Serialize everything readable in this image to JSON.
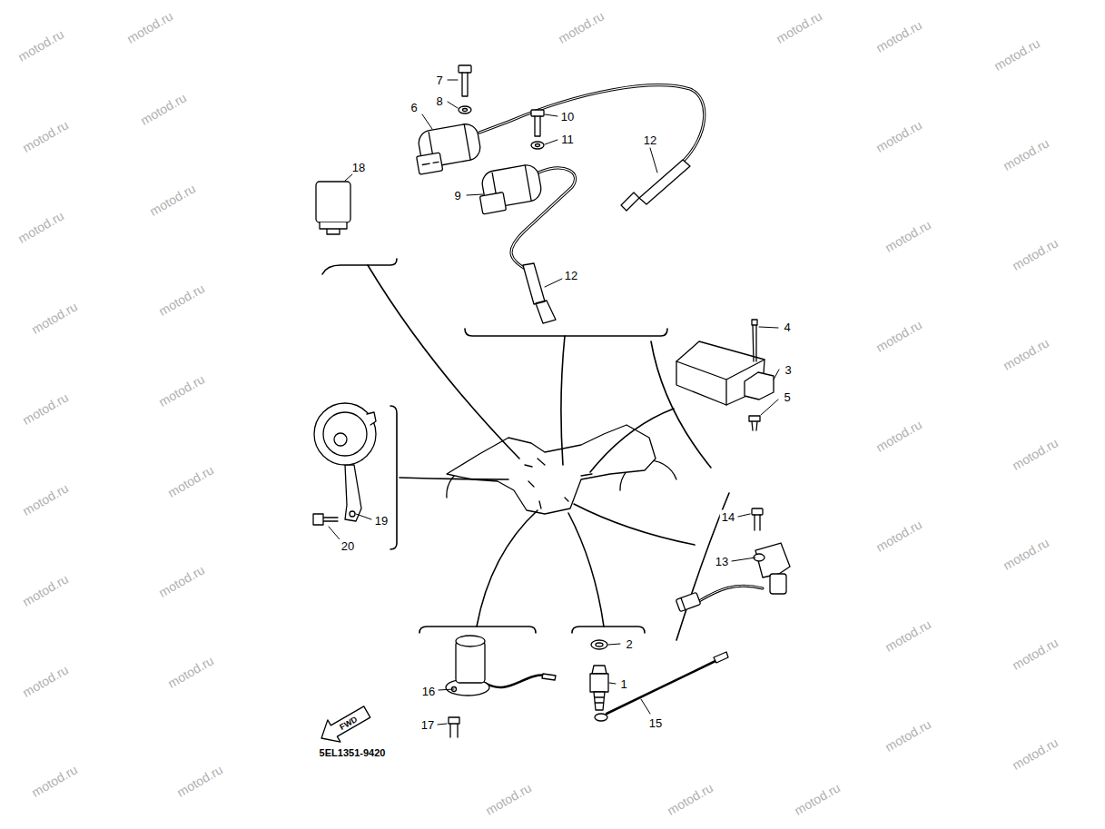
{
  "diagram": {
    "labels": [
      "7",
      "8",
      "6",
      "10",
      "11",
      "12",
      "18",
      "9",
      "12",
      "4",
      "3",
      "5",
      "19",
      "20",
      "14",
      "13",
      "2",
      "16",
      "1",
      "17",
      "15",
      "FWD",
      "5EL1351-9420",
      "motod.ru",
      "motod.ru",
      "motod.ru",
      "motod.ru",
      "motod.ru",
      "motod.ru",
      "motod.ru",
      "motod.ru",
      "motod.ru",
      "motod.ru",
      "motod.ru",
      "motod.ru",
      "motod.ru",
      "motod.ru",
      "motod.ru",
      "motod.ru",
      "motod.ru",
      "motod.ru",
      "motod.ru",
      "motod.ru",
      "motod.ru",
      "motod.ru",
      "motod.ru",
      "motod.ru",
      "motod.ru",
      "motod.ru",
      "motod.ru",
      "motod.ru",
      "motod.ru",
      "motod.ru",
      "motod.ru",
      "motod.ru",
      "motod.ru",
      "motod.ru",
      "motod.ru",
      "motod.ru",
      "motod.ru",
      "motod.ru",
      "motod.ru"
    ]
  }
}
